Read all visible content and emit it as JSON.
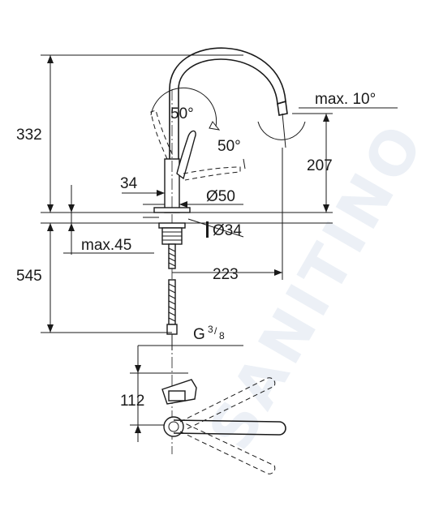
{
  "watermark": {
    "text": "SANITINO"
  },
  "dimensions": {
    "total_height": "332",
    "spout_height": "207",
    "below_counter": "545",
    "max_counter": "max.45",
    "spout_reach": "223",
    "body_offset": "34",
    "body_diameter": "Ø50",
    "hole_diameter": "Ø34",
    "spout_tilt": "max. 10°",
    "lever_angle_top": "50°",
    "lever_angle_side": "50°",
    "thread": "G",
    "thread_num": "3",
    "thread_den": "8",
    "plan_offset": "112"
  },
  "colors": {
    "line": "#1a1a1a",
    "watermark": "#c9d6e6"
  }
}
